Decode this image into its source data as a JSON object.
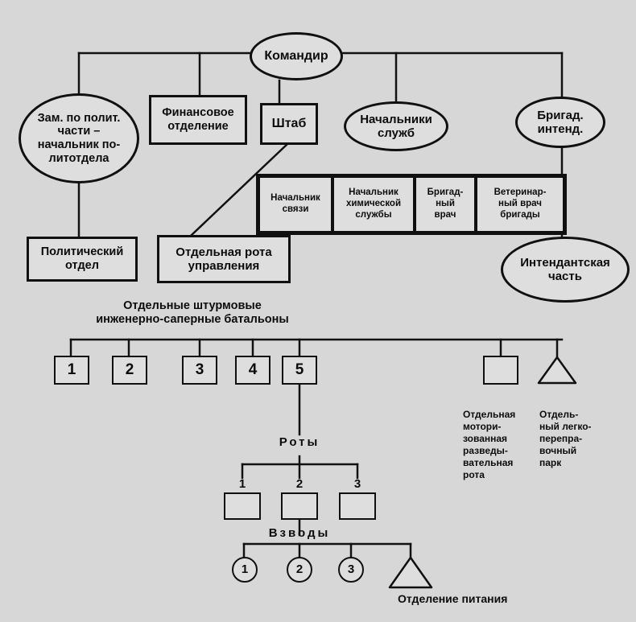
{
  "diagram": {
    "commander": "Командир",
    "deputy": "Зам. по полит.\nчасти –\nначальник по-\nлитотдела",
    "finance": "Финансовое\nотделение",
    "staff": "Штаб",
    "chiefs": "Начальники\nслужб",
    "quartermaster": "Бригад.\nинтенд.",
    "services": [
      "Начальник\nсвязи",
      "Начальник\nхимической\nслужбы",
      "Бригад-\nный\nврач",
      "Ветеринар-\nный врач\nбригады"
    ],
    "intendant_unit": "Интендантская\nчасть",
    "political_dept": "Политический\nотдел",
    "control_company": "Отдельная рота\nуправления",
    "battalions_title": "Отдельные штурмовые\nинженерно-саперные батальоны",
    "battalions": [
      "1",
      "2",
      "3",
      "4",
      "5"
    ],
    "recon_label": "Отдельная\nмотори-\nзованная\nразведы-\nвательная\nрота",
    "ferry_label": "Отдель-\nный легко-\nперепра-\nвочный\nпарк",
    "companies_title": "Роты",
    "companies": [
      "1",
      "2",
      "3"
    ],
    "platoons_title": "Взводы",
    "platoons": [
      "1",
      "2",
      "3"
    ],
    "food_label": "Отделение питания"
  }
}
